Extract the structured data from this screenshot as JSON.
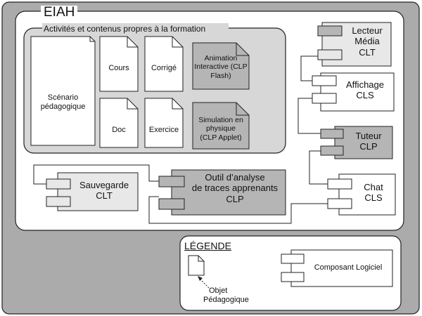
{
  "eiah": {
    "title": "EIAH"
  },
  "activities": {
    "title": "Activités et contenus propres à la formation",
    "scenario": [
      "Scénario",
      "pédagogique"
    ],
    "cours": "Cours",
    "corrige": "Corrigé",
    "doc": "Doc",
    "exercice": "Exercice",
    "animation": [
      "Animation",
      "Interactive (CLP",
      "Flash)"
    ],
    "simulation": [
      "Simulation en",
      "physique",
      "(CLP Applet)"
    ]
  },
  "components": {
    "lecteur": [
      "Lecteur",
      "Média",
      "CLT"
    ],
    "affichage": [
      "Affichage",
      "CLS"
    ],
    "tuteur": [
      "Tuteur",
      "CLP"
    ],
    "chat": [
      "Chat",
      "CLS"
    ],
    "sauvegarde": [
      "Sauvegarde",
      "CLT"
    ],
    "outil": [
      "Outil d’analyse",
      "de traces apprenants",
      "CLP"
    ]
  },
  "legend": {
    "title": "LÉGENDE",
    "composant": "Composant Logiciel",
    "objet": [
      "Objet",
      "Pédagogique"
    ]
  },
  "colors": {
    "outer_bg": "#ababab",
    "panel_bg": "#ffffff",
    "activities_bg": "#d7d7d7",
    "dark_fill": "#b5b5b5",
    "light_fill": "#e8e8e8",
    "stroke": "#222222"
  }
}
